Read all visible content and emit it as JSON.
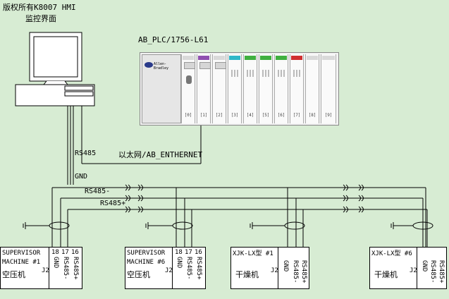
{
  "copyright": "版权所有K8007 HMI",
  "monitor_label": "监控界面",
  "plc_label": "AB_PLC/1756-L61",
  "labels": {
    "rs485": "RS485",
    "ethernet": "以太网/AB_ENTHERNET",
    "gnd": "GND",
    "rs485_minus": "RS485-",
    "rs485_plus": "RS485+"
  },
  "rack": {
    "controller_brand": "Allen-Bradley",
    "slots": [
      "[0]",
      "[1]",
      "[2]",
      "[3]",
      "[4]",
      "[5]",
      "[6]",
      "[7]",
      "[8]",
      "[9]"
    ]
  },
  "devices": [
    {
      "line1": "SUPERVISOR",
      "line2": "MACHINE #1",
      "line3": "空压机",
      "j2": "J2",
      "pins": [
        "18",
        "17",
        "16"
      ],
      "pin_labels": [
        "GND",
        "RS485-",
        "RS485+"
      ]
    },
    {
      "line1": "SUPERVISOR",
      "line2": "MACHINE #6",
      "line3": "空压机",
      "j2": "J2",
      "pins": [
        "18",
        "17",
        "16"
      ],
      "pin_labels": [
        "GND",
        "RS485-",
        "RS485+"
      ]
    },
    {
      "line1": "XJK-LX型 #1",
      "line2": "",
      "line3": "干燥机",
      "j2": "J2",
      "pins": [],
      "pin_labels": [
        "GND",
        "RS485-",
        "RS485+"
      ]
    },
    {
      "line1": "XJK-LX型 #6",
      "line2": "",
      "line3": "干燥机",
      "j2": "J2",
      "pins": [],
      "pin_labels": [
        "GND",
        "RS485-",
        "RS485+"
      ]
    }
  ],
  "colors": {
    "background": "#d7ecd3",
    "line": "#000000",
    "module_red": "#d03030",
    "module_cyan": "#30b8c8",
    "module_green": "#40b040",
    "module_purple": "#9050b0"
  }
}
